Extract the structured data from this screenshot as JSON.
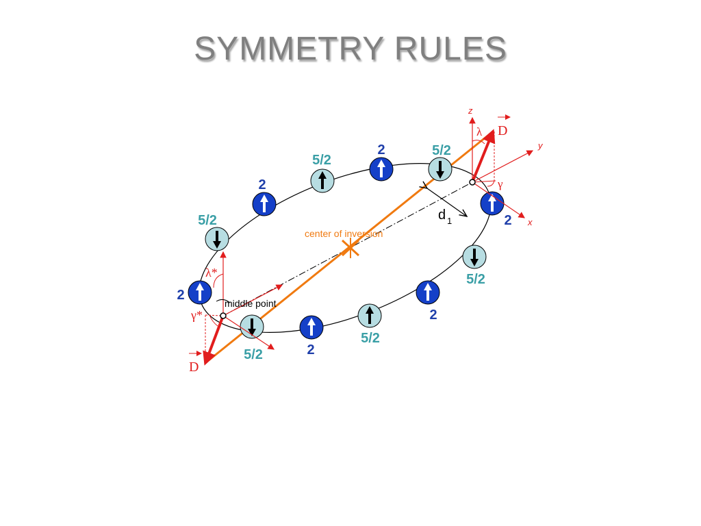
{
  "title": "SYMMETRY RULES",
  "labels": {
    "center": "center of inversion",
    "middle": "middle point",
    "d1_main": "d",
    "d1_sub": "1",
    "D_top": "D",
    "D_bottom": "D",
    "lambda": "λ",
    "gamma": "γ",
    "lambda_star": "λ*",
    "gamma_star": "γ*",
    "axis_z": "z",
    "axis_y": "y",
    "axis_x": "x"
  },
  "spins": [
    {
      "label": "2",
      "type": "int",
      "dir": "up"
    },
    {
      "label": "5/2",
      "type": "half",
      "dir": "up"
    },
    {
      "label": "2",
      "type": "int",
      "dir": "up"
    },
    {
      "label": "5/2",
      "type": "half",
      "dir": "down"
    },
    {
      "label": "2",
      "type": "int",
      "dir": "up"
    },
    {
      "label": "5/2",
      "type": "half",
      "dir": "down"
    },
    {
      "label": "2",
      "type": "int",
      "dir": "up"
    },
    {
      "label": "5/2",
      "type": "half",
      "dir": "up"
    },
    {
      "label": "2",
      "type": "int",
      "dir": "up"
    },
    {
      "label": "5/2",
      "type": "half",
      "dir": "down"
    },
    {
      "label": "2",
      "type": "int",
      "dir": "up"
    },
    {
      "label": "5/2",
      "type": "half",
      "dir": "down"
    }
  ],
  "colors": {
    "int_fill": "#1540c8",
    "half_fill": "#b7dde2",
    "orange": "#f07a10",
    "red": "#e11d1d"
  }
}
